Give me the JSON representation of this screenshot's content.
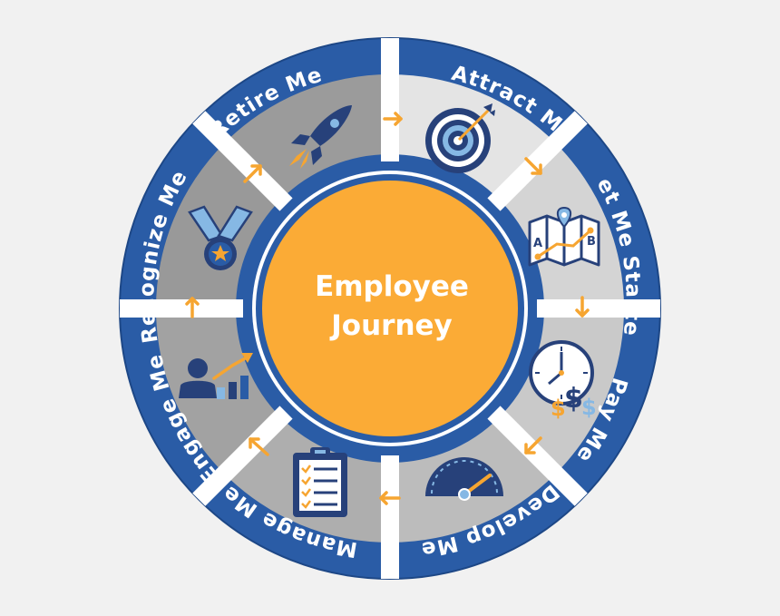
{
  "center": {
    "line1": "Employee",
    "line2": "Journey"
  },
  "stages": [
    {
      "label": "Attract Me",
      "icon": "target-icon"
    },
    {
      "label": "Get Me Started",
      "icon": "map-route-icon"
    },
    {
      "label": "Pay Me",
      "icon": "clock-money-icon"
    },
    {
      "label": "Develop Me",
      "icon": "speedometer-icon"
    },
    {
      "label": "Manage Me",
      "icon": "clipboard-checklist-icon"
    },
    {
      "label": "Engage Me",
      "icon": "person-growth-chart-icon"
    },
    {
      "label": "Recognize Me",
      "icon": "medal-icon"
    },
    {
      "label": "Retire Me",
      "icon": "rocket-icon"
    }
  ],
  "colors": {
    "background": "#f1f1f1",
    "ring_blue": "#2a5ca6",
    "ring_border": "#1d4786",
    "center_orange": "#fbab36",
    "arrow_orange": "#f6a531",
    "icon_navy": "#27417a",
    "icon_lightblue": "#86b8e4",
    "segment_grays": [
      "#e4e4e4",
      "#d4d4d4",
      "#c9c9c9",
      "#bcbcbc",
      "#aeaeae",
      "#a2a2a2",
      "#999999",
      "#9b9b9b"
    ]
  }
}
